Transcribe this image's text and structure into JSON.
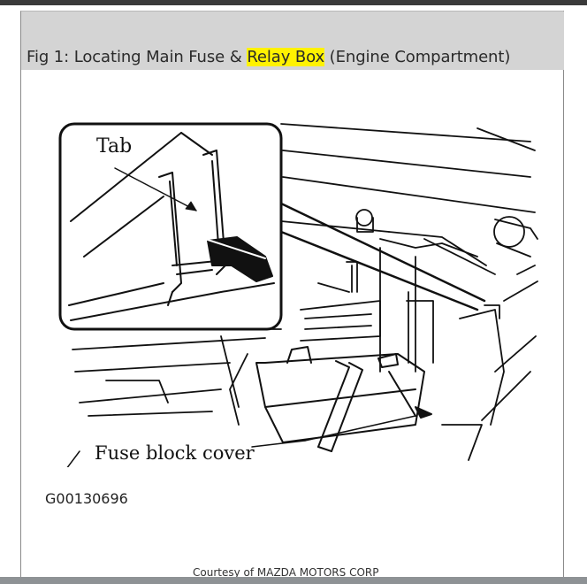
{
  "figure": {
    "caption_prefix": "Fig 1: Locating Main Fuse & ",
    "caption_highlight": "Relay Box",
    "caption_suffix": " (Engine Compartment)",
    "highlight_color": "#fff200",
    "labels": {
      "tab": "Tab",
      "fuse_block_cover": "Fuse block cover"
    },
    "figure_id": "G00130696",
    "courtesy": "Courtesy of MAZDA MOTORS CORP"
  }
}
